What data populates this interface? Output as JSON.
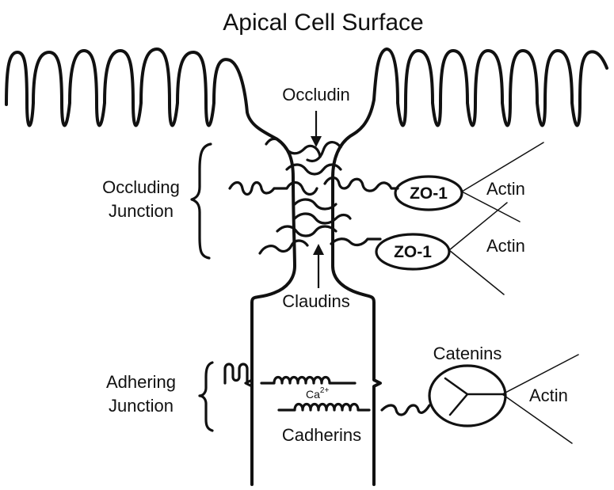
{
  "diagram": {
    "title": "Apical Cell Surface",
    "labels": {
      "occludin": "Occludin",
      "occluding_junction_line1": "Occluding",
      "occluding_junction_line2": "Junction",
      "zo1_upper": "ZO-1",
      "zo1_lower": "ZO-1",
      "actin_upper": "Actin",
      "actin_lower": "Actin",
      "claudins": "Claudins",
      "adhering_junction_line1": "Adhering",
      "adhering_junction_line2": "Junction",
      "calcium": "Ca",
      "calcium_charge": "2+",
      "cadherins": "Cadherins",
      "catenins": "Catenins",
      "actin_catenins": "Actin"
    }
  }
}
